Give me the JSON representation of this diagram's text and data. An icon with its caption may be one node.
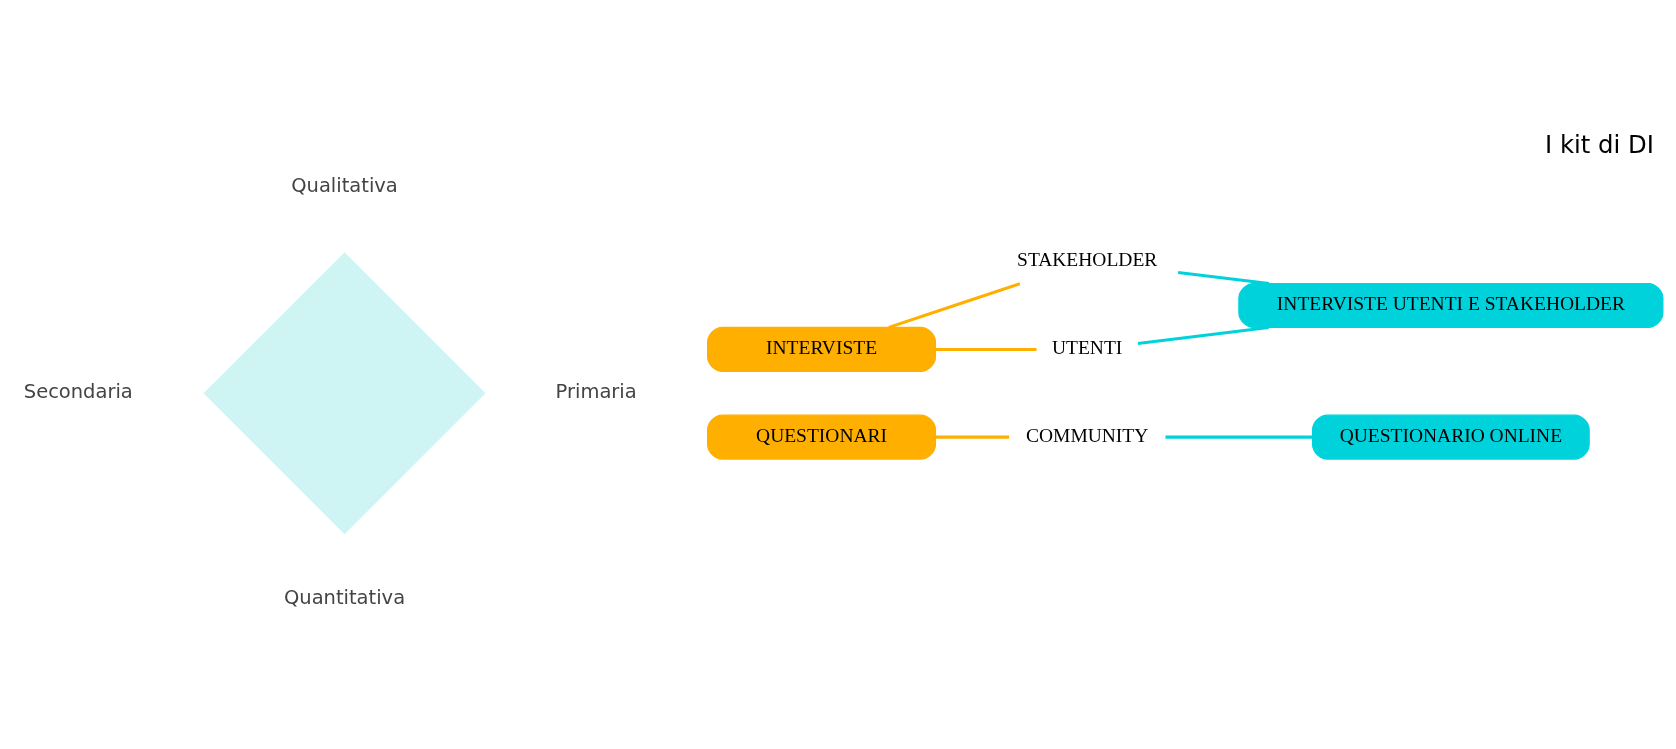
{
  "diagram": {
    "title": "I kit di DI",
    "nodes": [
      {
        "text": [],
        "shape": "diamond"
      },
      {
        "text": [
          "INTERVISTE"
        ]
      },
      {
        "text": [
          "QUESTIONARI"
        ]
      },
      {
        "text": [
          "STAKEHOLDER"
        ]
      },
      {
        "text": [
          "UTENTI"
        ]
      },
      {
        "text": [
          "COMMUNITY"
        ]
      },
      {
        "text": [
          "INTERVISTE UTENTI E STAKEHOLDER"
        ]
      },
      {
        "text": [
          "QUESTIONARIO ONLINE"
        ]
      }
    ],
    "edges": [
      {
        "from": 1,
        "to": 3,
        "arrow": "none",
        "color": "#ffaf00"
      },
      {
        "from": 1,
        "to": 4,
        "arrow": "none",
        "color": "#ffaf00"
      },
      {
        "from": 2,
        "to": 5,
        "arrow": "none",
        "color": "#ffaf00"
      },
      {
        "from": 3,
        "to": 6,
        "arrow": "none",
        "color": "#00d2dc"
      },
      {
        "from": 4,
        "to": 6,
        "arrow": "none",
        "color": "#00d2dc"
      },
      {
        "from": 5,
        "to": 7,
        "arrow": "none",
        "color": "#00d2dc"
      }
    ],
    "labels": [
      "Qualitativa",
      "Secondaria",
      "Primaria",
      "Quantitativa"
    ]
  }
}
